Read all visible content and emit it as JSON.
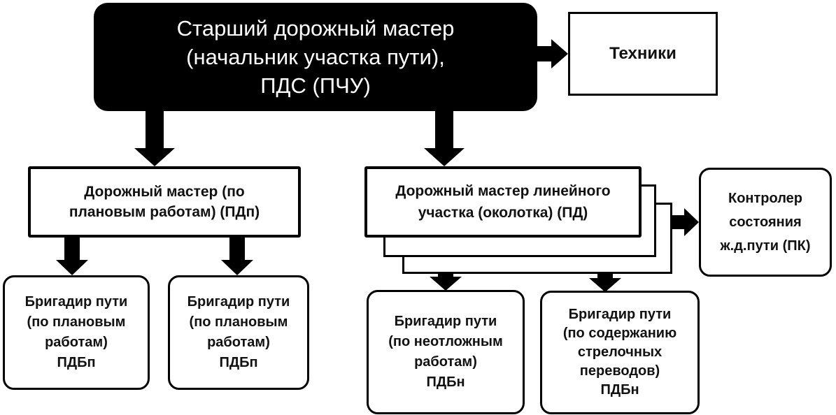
{
  "diagram": {
    "top": {
      "lines": [
        "Старший дорожный мастер",
        "(начальник участка пути),",
        "ПДС (ПЧУ)"
      ]
    },
    "tech": {
      "lines": [
        "Техники"
      ]
    },
    "pdp": {
      "lines": [
        "Дорожный мастер (по",
        "плановым работам) (ПДп)"
      ]
    },
    "pd": {
      "lines": [
        "Дорожный мастер линейного",
        "участка (околотка) (ПД)"
      ]
    },
    "pk": {
      "lines": [
        "Контролер",
        "состояния",
        "ж.д.пути (ПК)"
      ]
    },
    "b1": {
      "lines": [
        "Бригадир пути",
        "(по плановым",
        "работам)",
        "ПДБп"
      ]
    },
    "b2": {
      "lines": [
        "Бригадир пути",
        "(по плановым",
        "работам)",
        "ПДБп"
      ]
    },
    "b3": {
      "lines": [
        "Бригадир пути",
        "(по неотложным",
        "работам)",
        "ПДБн"
      ]
    },
    "b4": {
      "lines": [
        "Бригадир пути",
        "(по содержанию",
        "стрелочных",
        "переводов)",
        "ПДБн"
      ]
    }
  },
  "colors": {
    "ink": "#000000",
    "paper": "#ffffff"
  }
}
